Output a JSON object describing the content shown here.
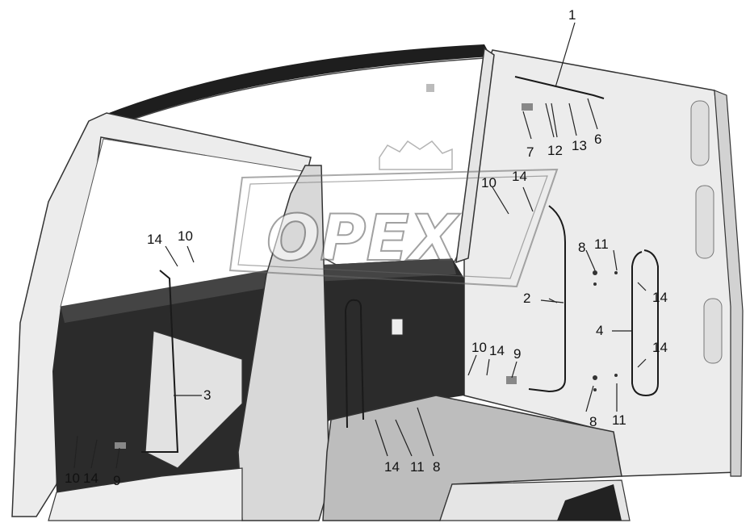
{
  "figure": {
    "watermark": "OPEX",
    "colors": {
      "background": "#ffffff",
      "cab_light": "#ececec",
      "cab_mid": "#bdbdbd",
      "cab_dark": "#2b2b2b",
      "line": "#111111"
    }
  },
  "callouts": [
    {
      "id": "c1",
      "text": "1"
    },
    {
      "id": "c2",
      "text": "2"
    },
    {
      "id": "c3",
      "text": "3"
    },
    {
      "id": "c4",
      "text": "4"
    },
    {
      "id": "c6",
      "text": "6"
    },
    {
      "id": "c7",
      "text": "7"
    },
    {
      "id": "c12",
      "text": "12"
    },
    {
      "id": "c13",
      "text": "13"
    },
    {
      "id": "c10a",
      "text": "10"
    },
    {
      "id": "c14a",
      "text": "14"
    },
    {
      "id": "c14b",
      "text": "14"
    },
    {
      "id": "c10b",
      "text": "10"
    },
    {
      "id": "c8a",
      "text": "8"
    },
    {
      "id": "c11a",
      "text": "11"
    },
    {
      "id": "c14c",
      "text": "14"
    },
    {
      "id": "c14d",
      "text": "14"
    },
    {
      "id": "c10c",
      "text": "10"
    },
    {
      "id": "c14e",
      "text": "14"
    },
    {
      "id": "c9a",
      "text": "9"
    },
    {
      "id": "c8b",
      "text": "8"
    },
    {
      "id": "c11b",
      "text": "11"
    },
    {
      "id": "c14f",
      "text": "14"
    },
    {
      "id": "c11c",
      "text": "11"
    },
    {
      "id": "c8c",
      "text": "8"
    },
    {
      "id": "c10d",
      "text": "10"
    },
    {
      "id": "c14g",
      "text": "14"
    },
    {
      "id": "c9b",
      "text": "9"
    }
  ]
}
